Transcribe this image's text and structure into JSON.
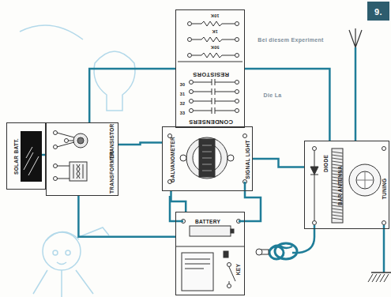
{
  "diagram": {
    "nodes": [
      {
        "text": [
          "RESISTORS",
          "CONDENSERS"
        ]
      },
      {
        "text": [
          "TRANSISTOR",
          "TRANSFORMER"
        ]
      },
      {
        "text": [
          "SOLAR BATT."
        ]
      },
      {
        "text": [
          "GALVANOMETER",
          "SIGNAL LIGHT"
        ]
      },
      {
        "text": [
          "DIODE",
          "BAR ANTENNA",
          "TUNING"
        ]
      },
      {
        "text": [
          "BATTERY",
          "KEY"
        ]
      },
      {
        "text": [
          "9."
        ]
      }
    ],
    "edges": [
      {
        "from": 0,
        "to": 1,
        "arrow": "none"
      },
      {
        "from": 0,
        "to": 4,
        "arrow": "none"
      },
      {
        "from": 1,
        "to": 3,
        "arrow": "none"
      },
      {
        "from": 3,
        "to": 5,
        "arrow": "none"
      },
      {
        "from": 1,
        "to": 5,
        "arrow": "none"
      },
      {
        "from": 4,
        "to": 3,
        "arrow": "none"
      }
    ],
    "labels": [
      "10K",
      "1K",
      "50K",
      "30",
      "31",
      "32",
      "33",
      "Bei diesem Experiment",
      "Die La"
    ]
  }
}
